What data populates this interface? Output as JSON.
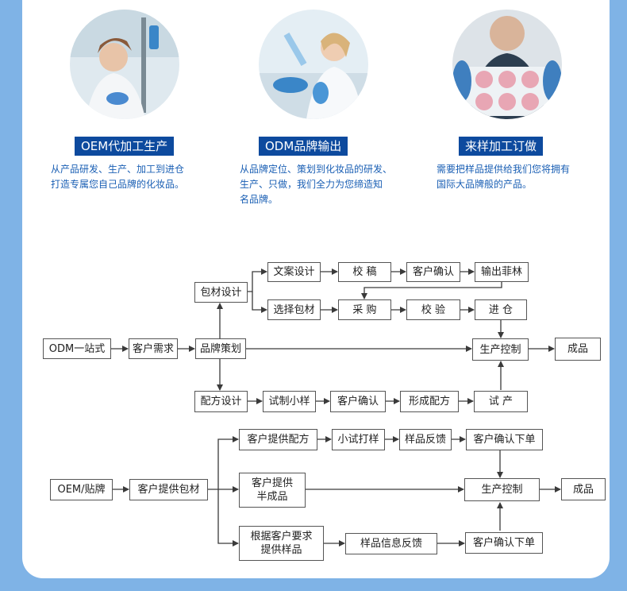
{
  "services": [
    {
      "title": "OEM代加工生产",
      "desc": [
        "从产品研发、生产、加工到进仓",
        "打造专属您自己品牌的化妆品。"
      ]
    },
    {
      "title": "ODM品牌输出",
      "desc": [
        "从品牌定位、策划到化妆品的研发、",
        "生产、只做，我们全力为您缔造知",
        "名品牌。"
      ]
    },
    {
      "title": "来样加工订做",
      "desc": [
        "需要把样品提供给我们您将拥有",
        "国际大品牌般的产品。"
      ]
    }
  ],
  "odm_flow": {
    "start": "ODM一站式",
    "demand": "客户需求",
    "planning": "品牌策划",
    "packaging_design": "包材设计",
    "copy_design": "文案设计",
    "proofread": "校  稿",
    "client_confirm_1": "客户确认",
    "output_film": "输出菲林",
    "choose_packaging": "选择包材",
    "purchase": "采  购",
    "inspect": "校  验",
    "warehouse": "进  仓",
    "production_control": "生产控制",
    "finished": "成品",
    "formula_design": "配方设计",
    "trial_sample": "试制小样",
    "client_confirm_2": "客户确认",
    "form_formula": "形成配方",
    "trial_production": "试  产"
  },
  "oem_flow": {
    "start": "OEM/贴牌",
    "provide_packaging": "客户提供包材",
    "provide_formula": "客户提供配方",
    "small_trial": "小试打样",
    "sample_feedback": "样品反馈",
    "confirm_order_1": "客户确认下单",
    "semi_finished": [
      "客户提供",
      "半成品"
    ],
    "production_control": "生产控制",
    "finished": "成品",
    "by_sample": [
      "根据客户要求",
      "提供样品"
    ],
    "sample_info_feedback": "样品信息反馈",
    "confirm_order_2": "客户确认下单"
  }
}
